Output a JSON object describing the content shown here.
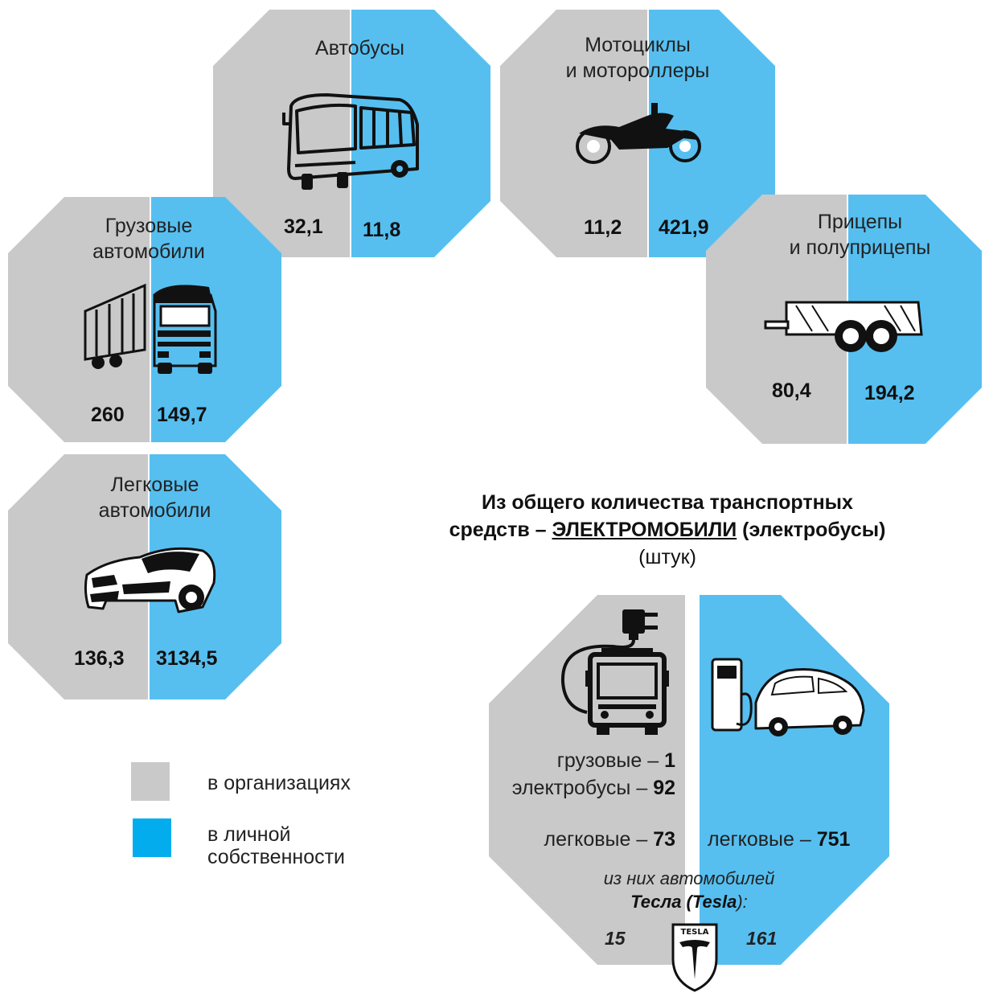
{
  "colors": {
    "org": "#c9c9c9",
    "personal": "#56bff0",
    "line": "#1a1a1a"
  },
  "categories": [
    {
      "id": "buses",
      "label": "Автобусы",
      "org": "32,1",
      "personal": "11,8",
      "icon": "bus-icon"
    },
    {
      "id": "motorcycles",
      "label_line1": "Мотоциклы",
      "label_line2": "и мотороллеры",
      "org": "11,2",
      "personal": "421,9",
      "icon": "motorcycle-icon"
    },
    {
      "id": "trucks",
      "label_line1": "Грузовые",
      "label_line2": "автомобили",
      "org": "260",
      "personal": "149,7",
      "icon": "truck-icon"
    },
    {
      "id": "trailers",
      "label_line1": "Прицепы",
      "label_line2": "и полуприцепы",
      "org": "80,4",
      "personal": "194,2",
      "icon": "trailer-icon"
    },
    {
      "id": "cars",
      "label_line1": "Легковые",
      "label_line2": "автомобили",
      "org": "136,3",
      "personal": "3134,5",
      "icon": "car-icon"
    }
  ],
  "legend": {
    "org": "в организациях",
    "personal_line1": "в личной",
    "personal_line2": "собственности"
  },
  "ev": {
    "title_line1": "Из общего количества транспортных",
    "title_line2_pre": "средств –",
    "title_line2_em": "ЭЛЕКТРОМОБИЛИ",
    "title_line2_post": "(электробусы)",
    "title_unit": "(штук)",
    "trucks_label": "грузовые –",
    "trucks_value": "1",
    "ebuses_label": "электробусы –",
    "ebuses_value": "92",
    "cars_org_label": "легковые –",
    "cars_org_value": "73",
    "cars_personal_label": "легковые –",
    "cars_personal_value": "751",
    "tesla_line1": "из них автомобилей",
    "tesla_line2_pre": "Тесла (",
    "tesla_line2_em": "Tesla",
    "tesla_line2_post": "):",
    "tesla_org": "15",
    "tesla_personal": "161",
    "tesla_logo_text": "TESLA"
  }
}
